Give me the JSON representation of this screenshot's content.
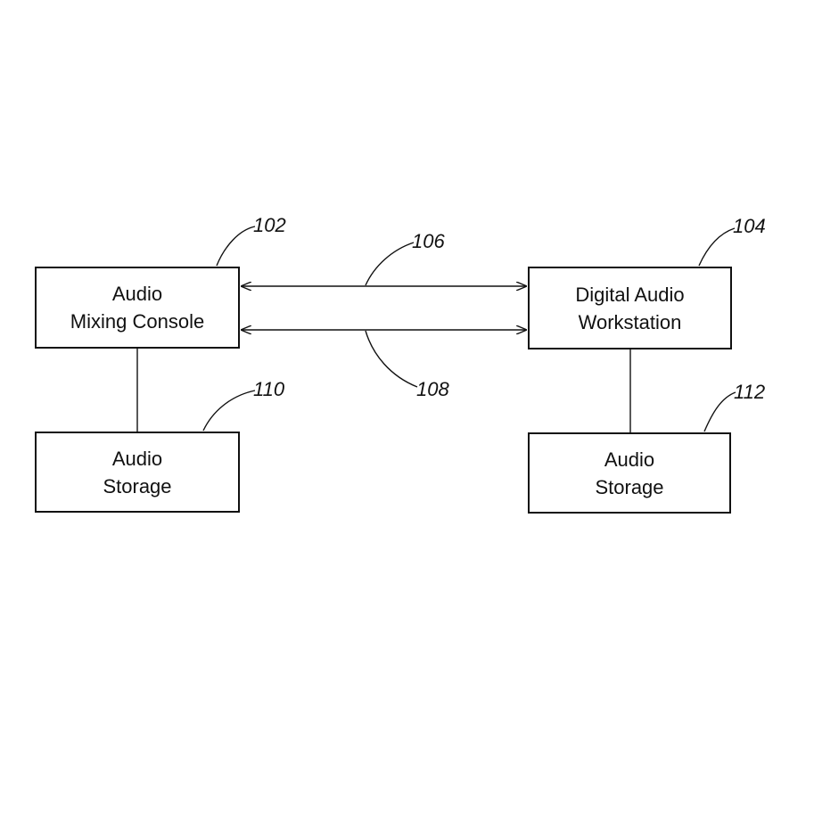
{
  "blocks": {
    "mixing_console": {
      "line1": "Audio",
      "line2": "Mixing Console"
    },
    "workstation": {
      "line1": "Digital Audio",
      "line2": "Workstation"
    },
    "storage_left": {
      "line1": "Audio",
      "line2": "Storage"
    },
    "storage_right": {
      "line1": "Audio",
      "line2": "Storage"
    }
  },
  "refs": {
    "r102": "102",
    "r104": "104",
    "r106": "106",
    "r108": "108",
    "r110": "110",
    "r112": "112"
  },
  "colors": {
    "line": "#111111",
    "background": "#ffffff"
  }
}
